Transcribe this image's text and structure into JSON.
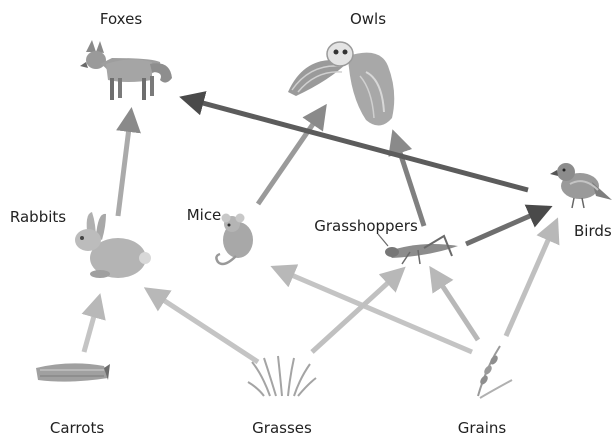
{
  "organisms": {
    "foxes": "Foxes",
    "owls": "Owls",
    "rabbits": "Rabbits",
    "mice": "Mice",
    "grasshoppers": "Grasshoppers",
    "birds": "Birds",
    "carrots": "Carrots",
    "grasses": "Grasses",
    "grains": "Grains"
  },
  "edges": [
    {
      "from": "carrots",
      "to": "rabbits"
    },
    {
      "from": "rabbits",
      "to": "foxes"
    },
    {
      "from": "birds",
      "to": "foxes"
    },
    {
      "from": "mice",
      "to": "owls"
    },
    {
      "from": "grasshoppers",
      "to": "owls"
    },
    {
      "from": "grasshoppers",
      "to": "birds"
    },
    {
      "from": "grasses",
      "to": "rabbits"
    },
    {
      "from": "grasses",
      "to": "grasshoppers"
    },
    {
      "from": "grains",
      "to": "mice"
    },
    {
      "from": "grains",
      "to": "grasshoppers"
    },
    {
      "from": "grains",
      "to": "birds"
    }
  ]
}
